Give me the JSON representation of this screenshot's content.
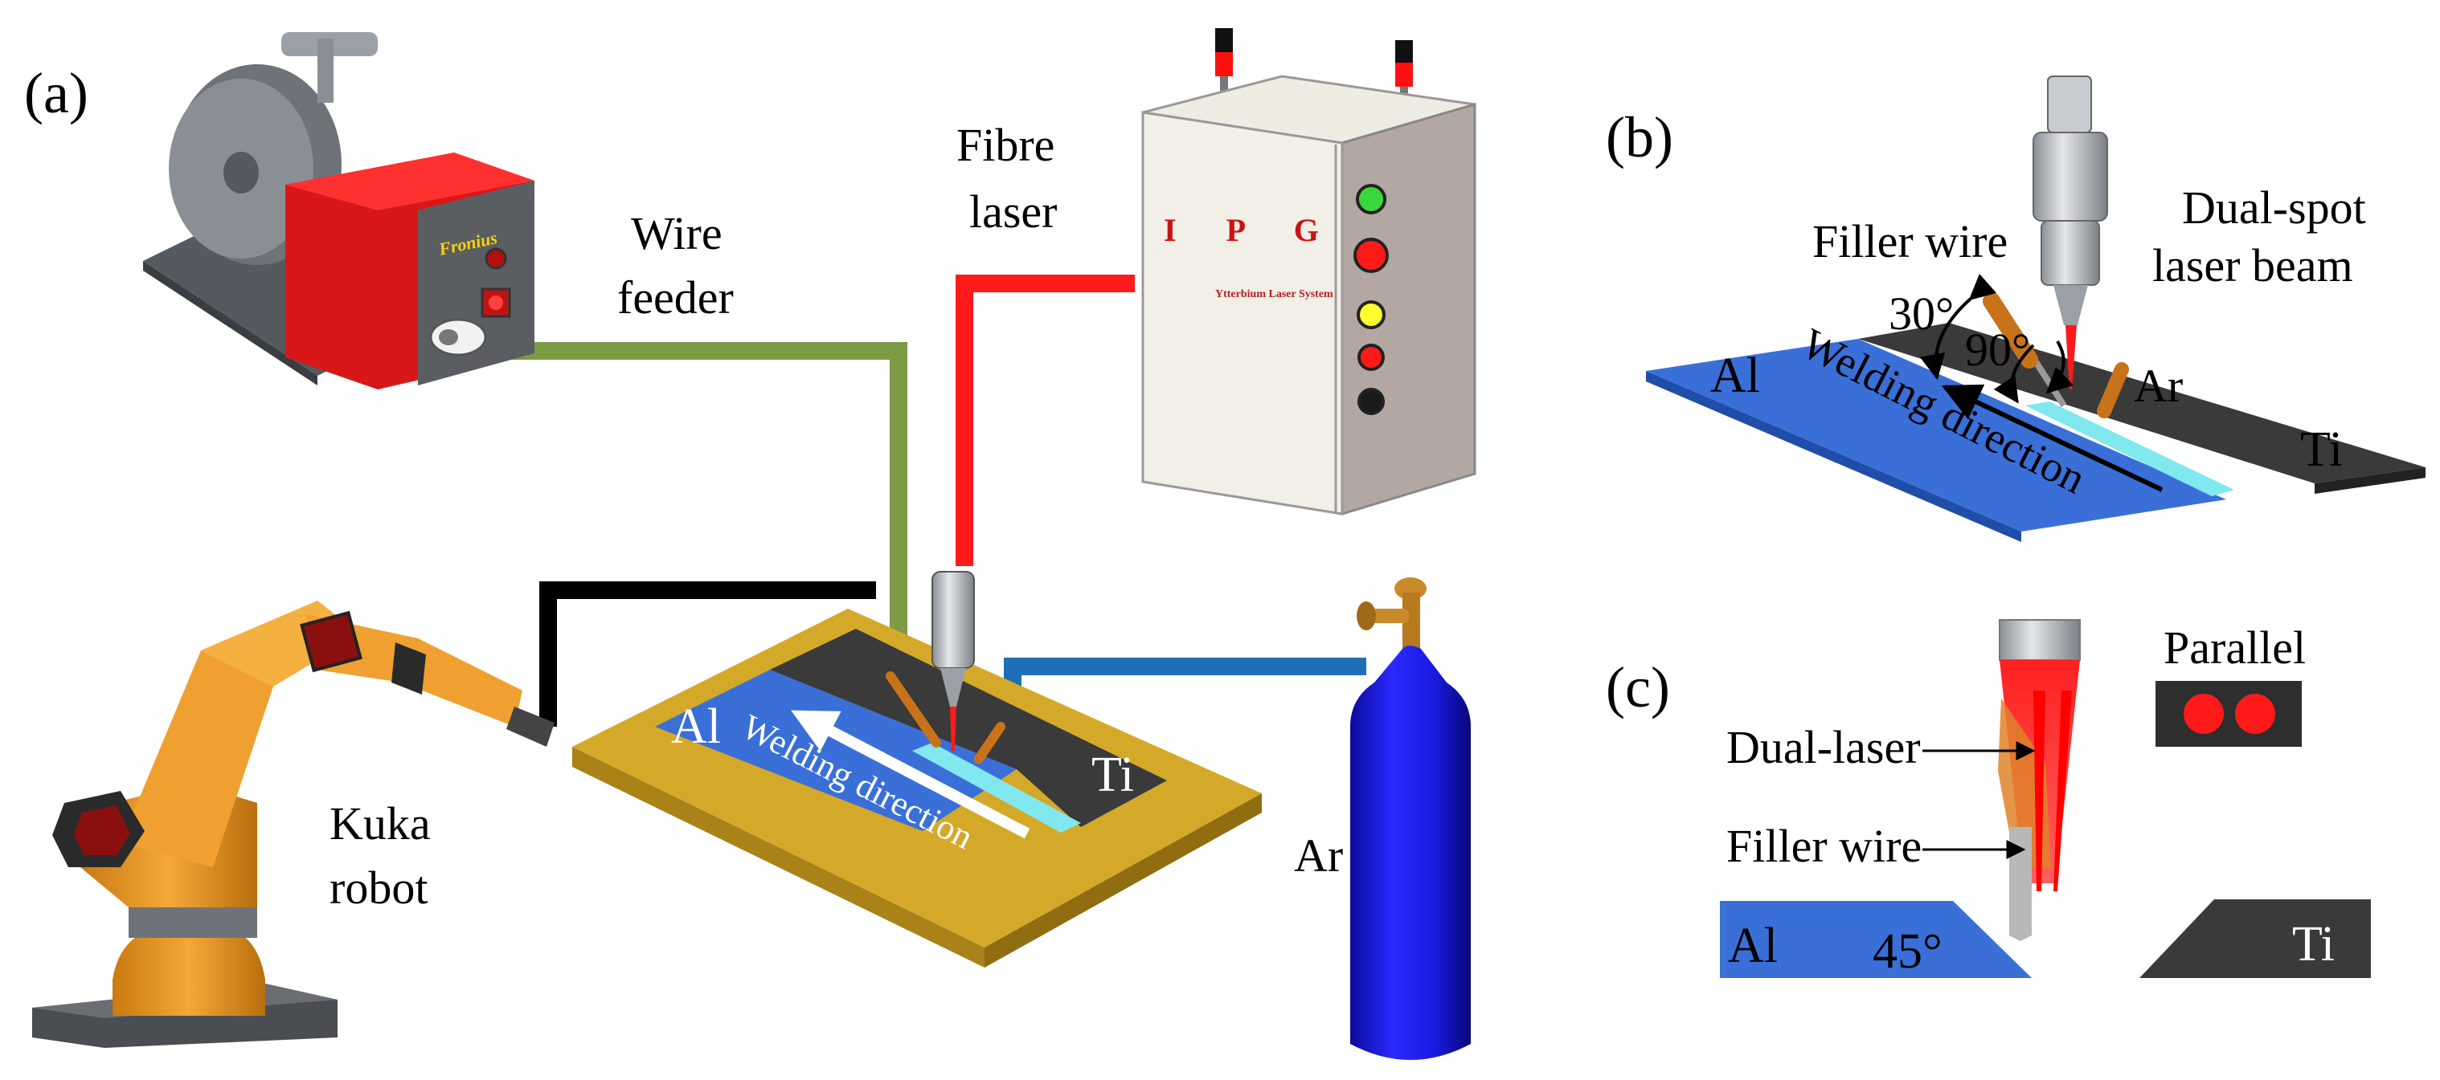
{
  "panels": {
    "a": "(a)",
    "b": "(b)",
    "c": "(c)"
  },
  "panel_a": {
    "wire_feeder": [
      "Wire",
      "feeder"
    ],
    "fibre_laser": [
      "Fibre",
      "laser"
    ],
    "kuka_robot": [
      "Kuka",
      "robot"
    ],
    "ar": "Ar",
    "al": "Al",
    "ti": "Ti",
    "welding_direction": "Welding direction",
    "laser_brand": "I P G",
    "laser_system": "Ytterbium Laser System",
    "feeder_brand": "Fronius"
  },
  "panel_b": {
    "filler_wire": "Filler wire",
    "dual_spot": [
      "Dual-spot",
      "laser beam"
    ],
    "angle_30": "30°",
    "angle_90": "90°",
    "ar": "Ar",
    "al": "Al",
    "ti": "Ti",
    "welding_direction": "Welding direction"
  },
  "panel_c": {
    "dual_laser": "Dual-laser",
    "filler_wire": "Filler wire",
    "parallel": "Parallel",
    "al": "Al",
    "angle_45": "45°",
    "ti": "Ti"
  },
  "colors": {
    "aluminium": "#3a6fd8",
    "titanium": "#3a3a3a",
    "fixture": "#d4a92a",
    "wire_line": "#7d9a44",
    "laser_line": "#ff1a1a",
    "gas_line": "#1f6fb8",
    "robot": "#f0a030",
    "cylinder": "#1a1ae0",
    "weld_seam": "#80e8ee"
  }
}
